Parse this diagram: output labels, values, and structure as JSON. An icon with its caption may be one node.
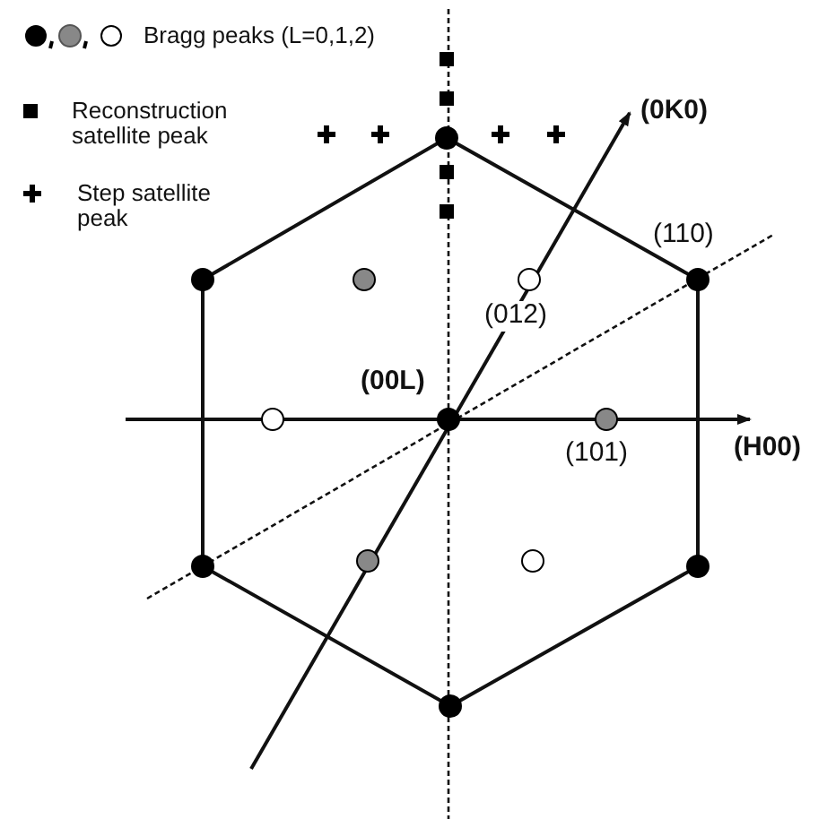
{
  "diagram": {
    "labels": [
      "(0K0)",
      "(110)",
      "(012)",
      "(00L)",
      "(101)",
      "(H00)"
    ],
    "legend": [
      {
        "text": "Bragg peaks (L=0,1,2)"
      },
      {
        "text": "Reconstruction satellite peak"
      },
      {
        "text": "Step satellite peak"
      }
    ]
  }
}
